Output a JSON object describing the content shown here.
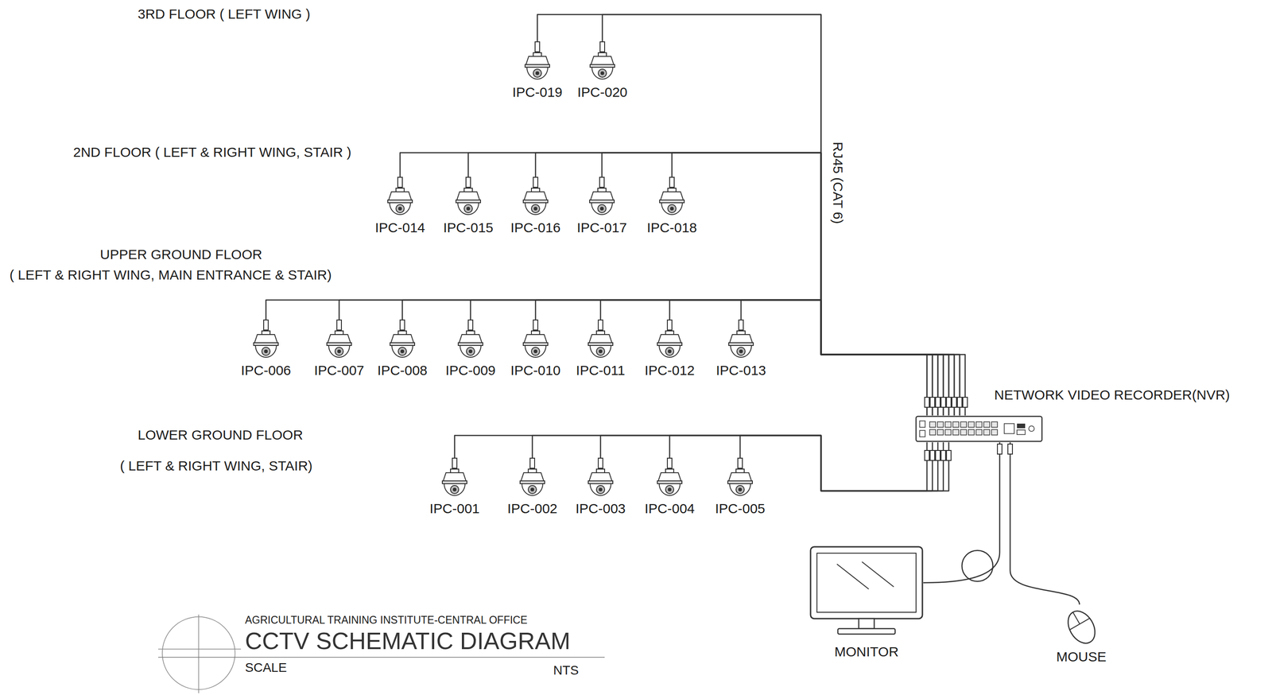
{
  "diagram": {
    "title": "CCTV SCHEMATIC DIAGRAM",
    "nodes": [
      {
        "text": [
          "IPC-019"
        ]
      },
      {
        "text": [
          "IPC-020"
        ]
      },
      {
        "text": [
          "IPC-014"
        ]
      },
      {
        "text": [
          "IPC-015"
        ]
      },
      {
        "text": [
          "IPC-016"
        ]
      },
      {
        "text": [
          "IPC-017"
        ]
      },
      {
        "text": [
          "IPC-018"
        ]
      },
      {
        "text": [
          "IPC-006"
        ]
      },
      {
        "text": [
          "IPC-007"
        ]
      },
      {
        "text": [
          "IPC-008"
        ]
      },
      {
        "text": [
          "IPC-009"
        ]
      },
      {
        "text": [
          "IPC-010"
        ]
      },
      {
        "text": [
          "IPC-011"
        ]
      },
      {
        "text": [
          "IPC-012"
        ]
      },
      {
        "text": [
          "IPC-013"
        ]
      },
      {
        "text": [
          "NETWORK VIDEO RECORDER(NVR)"
        ]
      },
      {
        "text": [
          "IPC-001"
        ]
      },
      {
        "text": [
          "IPC-002"
        ]
      },
      {
        "text": [
          "IPC-003"
        ]
      },
      {
        "text": [
          "IPC-004"
        ]
      },
      {
        "text": [
          "IPC-005"
        ]
      },
      {
        "text": [
          "MONITOR"
        ]
      },
      {
        "text": [
          "MOUSE"
        ]
      }
    ],
    "edges": [
      {
        "from": 0,
        "to": 15,
        "arrow": "none"
      },
      {
        "from": 1,
        "to": 15,
        "arrow": "none"
      },
      {
        "from": 2,
        "to": 15,
        "arrow": "none"
      },
      {
        "from": 3,
        "to": 15,
        "arrow": "none"
      },
      {
        "from": 4,
        "to": 15,
        "arrow": "none"
      },
      {
        "from": 5,
        "to": 15,
        "arrow": "none"
      },
      {
        "from": 6,
        "to": 15,
        "arrow": "none"
      },
      {
        "from": 7,
        "to": 15,
        "arrow": "none"
      },
      {
        "from": 8,
        "to": 15,
        "arrow": "none"
      },
      {
        "from": 9,
        "to": 15,
        "arrow": "none"
      },
      {
        "from": 10,
        "to": 15,
        "arrow": "none"
      },
      {
        "from": 11,
        "to": 15,
        "arrow": "none"
      },
      {
        "from": 12,
        "to": 15,
        "arrow": "none"
      },
      {
        "from": 13,
        "to": 15,
        "arrow": "none"
      },
      {
        "from": 14,
        "to": 15,
        "arrow": "none"
      },
      {
        "from": 16,
        "to": 15,
        "arrow": "none"
      },
      {
        "from": 17,
        "to": 15,
        "arrow": "none"
      },
      {
        "from": 18,
        "to": 15,
        "arrow": "none"
      },
      {
        "from": 19,
        "to": 15,
        "arrow": "none"
      },
      {
        "from": 20,
        "to": 15,
        "arrow": "none"
      },
      {
        "from": 15,
        "to": 21,
        "arrow": "none"
      },
      {
        "from": 15,
        "to": 22,
        "arrow": "none"
      }
    ],
    "labels": [
      "3RD FLOOR ( LEFT WING )",
      "2ND FLOOR ( LEFT & RIGHT WING, STAIR )",
      "UPPER GROUND FLOOR",
      "( LEFT & RIGHT WING, MAIN ENTRANCE & STAIR)",
      "LOWER GROUND FLOOR",
      "( LEFT & RIGHT WING, STAIR)",
      "RJ45 (CAT 6)",
      "AGRICULTURAL TRAINING INSTITUTE-CENTRAL OFFICE",
      "SCALE",
      "NTS"
    ]
  }
}
